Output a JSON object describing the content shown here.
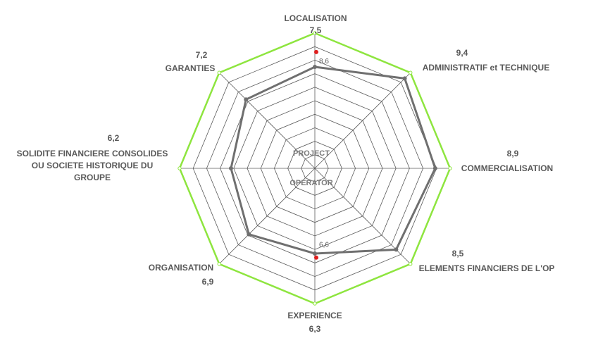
{
  "chart_data": {
    "type": "radar",
    "center_labels": [
      "PROJECT",
      "OPERATOR"
    ],
    "rings": 10,
    "range": [
      0,
      10
    ],
    "axes": [
      {
        "label_lines": [
          "LOCALISATION"
        ],
        "value_text": "7,5",
        "value": 7.5
      },
      {
        "label_lines": [
          "ADMINISTRATIF et TECHNIQUE"
        ],
        "value_text": "9,4",
        "value": 9.4
      },
      {
        "label_lines": [
          "COMMERCIALISATION"
        ],
        "value_text": "8,9",
        "value": 8.9
      },
      {
        "label_lines": [
          "ELEMENTS FINANCIERS DE L'OP"
        ],
        "value_text": "8,5",
        "value": 8.5
      },
      {
        "label_lines": [
          "EXPERIENCE"
        ],
        "value_text": "6,3",
        "value": 6.3
      },
      {
        "label_lines": [
          "ORGANISATION"
        ],
        "value_text": "6,9",
        "value": 6.9
      },
      {
        "label_lines": [
          "SOLIDITE FINANCIERE CONSOLIDES",
          "OU SOCIETE HISTORIQUE DU",
          "GROUPE"
        ],
        "value_text": "6,2",
        "value": 6.2
      },
      {
        "label_lines": [
          "GARANTIES"
        ],
        "value_text": "7,2",
        "value": 7.2
      }
    ],
    "series": [
      {
        "values": [
          7.5,
          9.4,
          8.9,
          8.5,
          6.3,
          6.9,
          6.2,
          7.2
        ],
        "color": "#6f6f6f"
      },
      {
        "values": [
          10,
          10,
          10,
          10,
          10,
          10,
          10,
          10
        ],
        "color": "#8ee53f"
      }
    ],
    "highlight_points": [
      {
        "axis": 0,
        "value": 8.6,
        "label": "8,6",
        "color": "#e01e1e"
      },
      {
        "axis": 4,
        "value": 6.6,
        "label": "6,6",
        "color": "#e01e1e"
      }
    ],
    "grid_color": "#5a5a5a"
  }
}
